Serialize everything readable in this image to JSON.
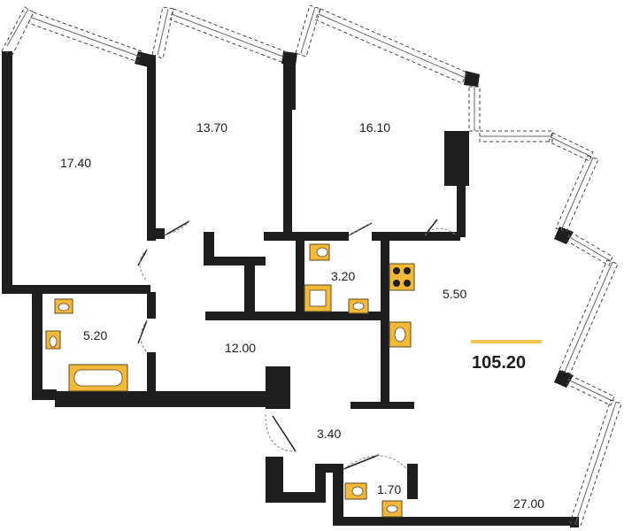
{
  "plan": {
    "total_area": "105.20",
    "accent_color": "#f2c14e",
    "wall_color": "#1e1e1e",
    "rooms": [
      {
        "id": "bedroom-left",
        "area": "17.40"
      },
      {
        "id": "bedroom-middle",
        "area": "13.70"
      },
      {
        "id": "bedroom-right",
        "area": "16.10"
      },
      {
        "id": "bathroom-right",
        "area": "3.20"
      },
      {
        "id": "kitchen-niche",
        "area": "5.50"
      },
      {
        "id": "bathroom-left",
        "area": "5.20"
      },
      {
        "id": "hallway",
        "area": "12.00"
      },
      {
        "id": "entrance",
        "area": "3.40"
      },
      {
        "id": "toilet",
        "area": "1.70"
      },
      {
        "id": "living-room",
        "area": "27.00"
      }
    ]
  }
}
